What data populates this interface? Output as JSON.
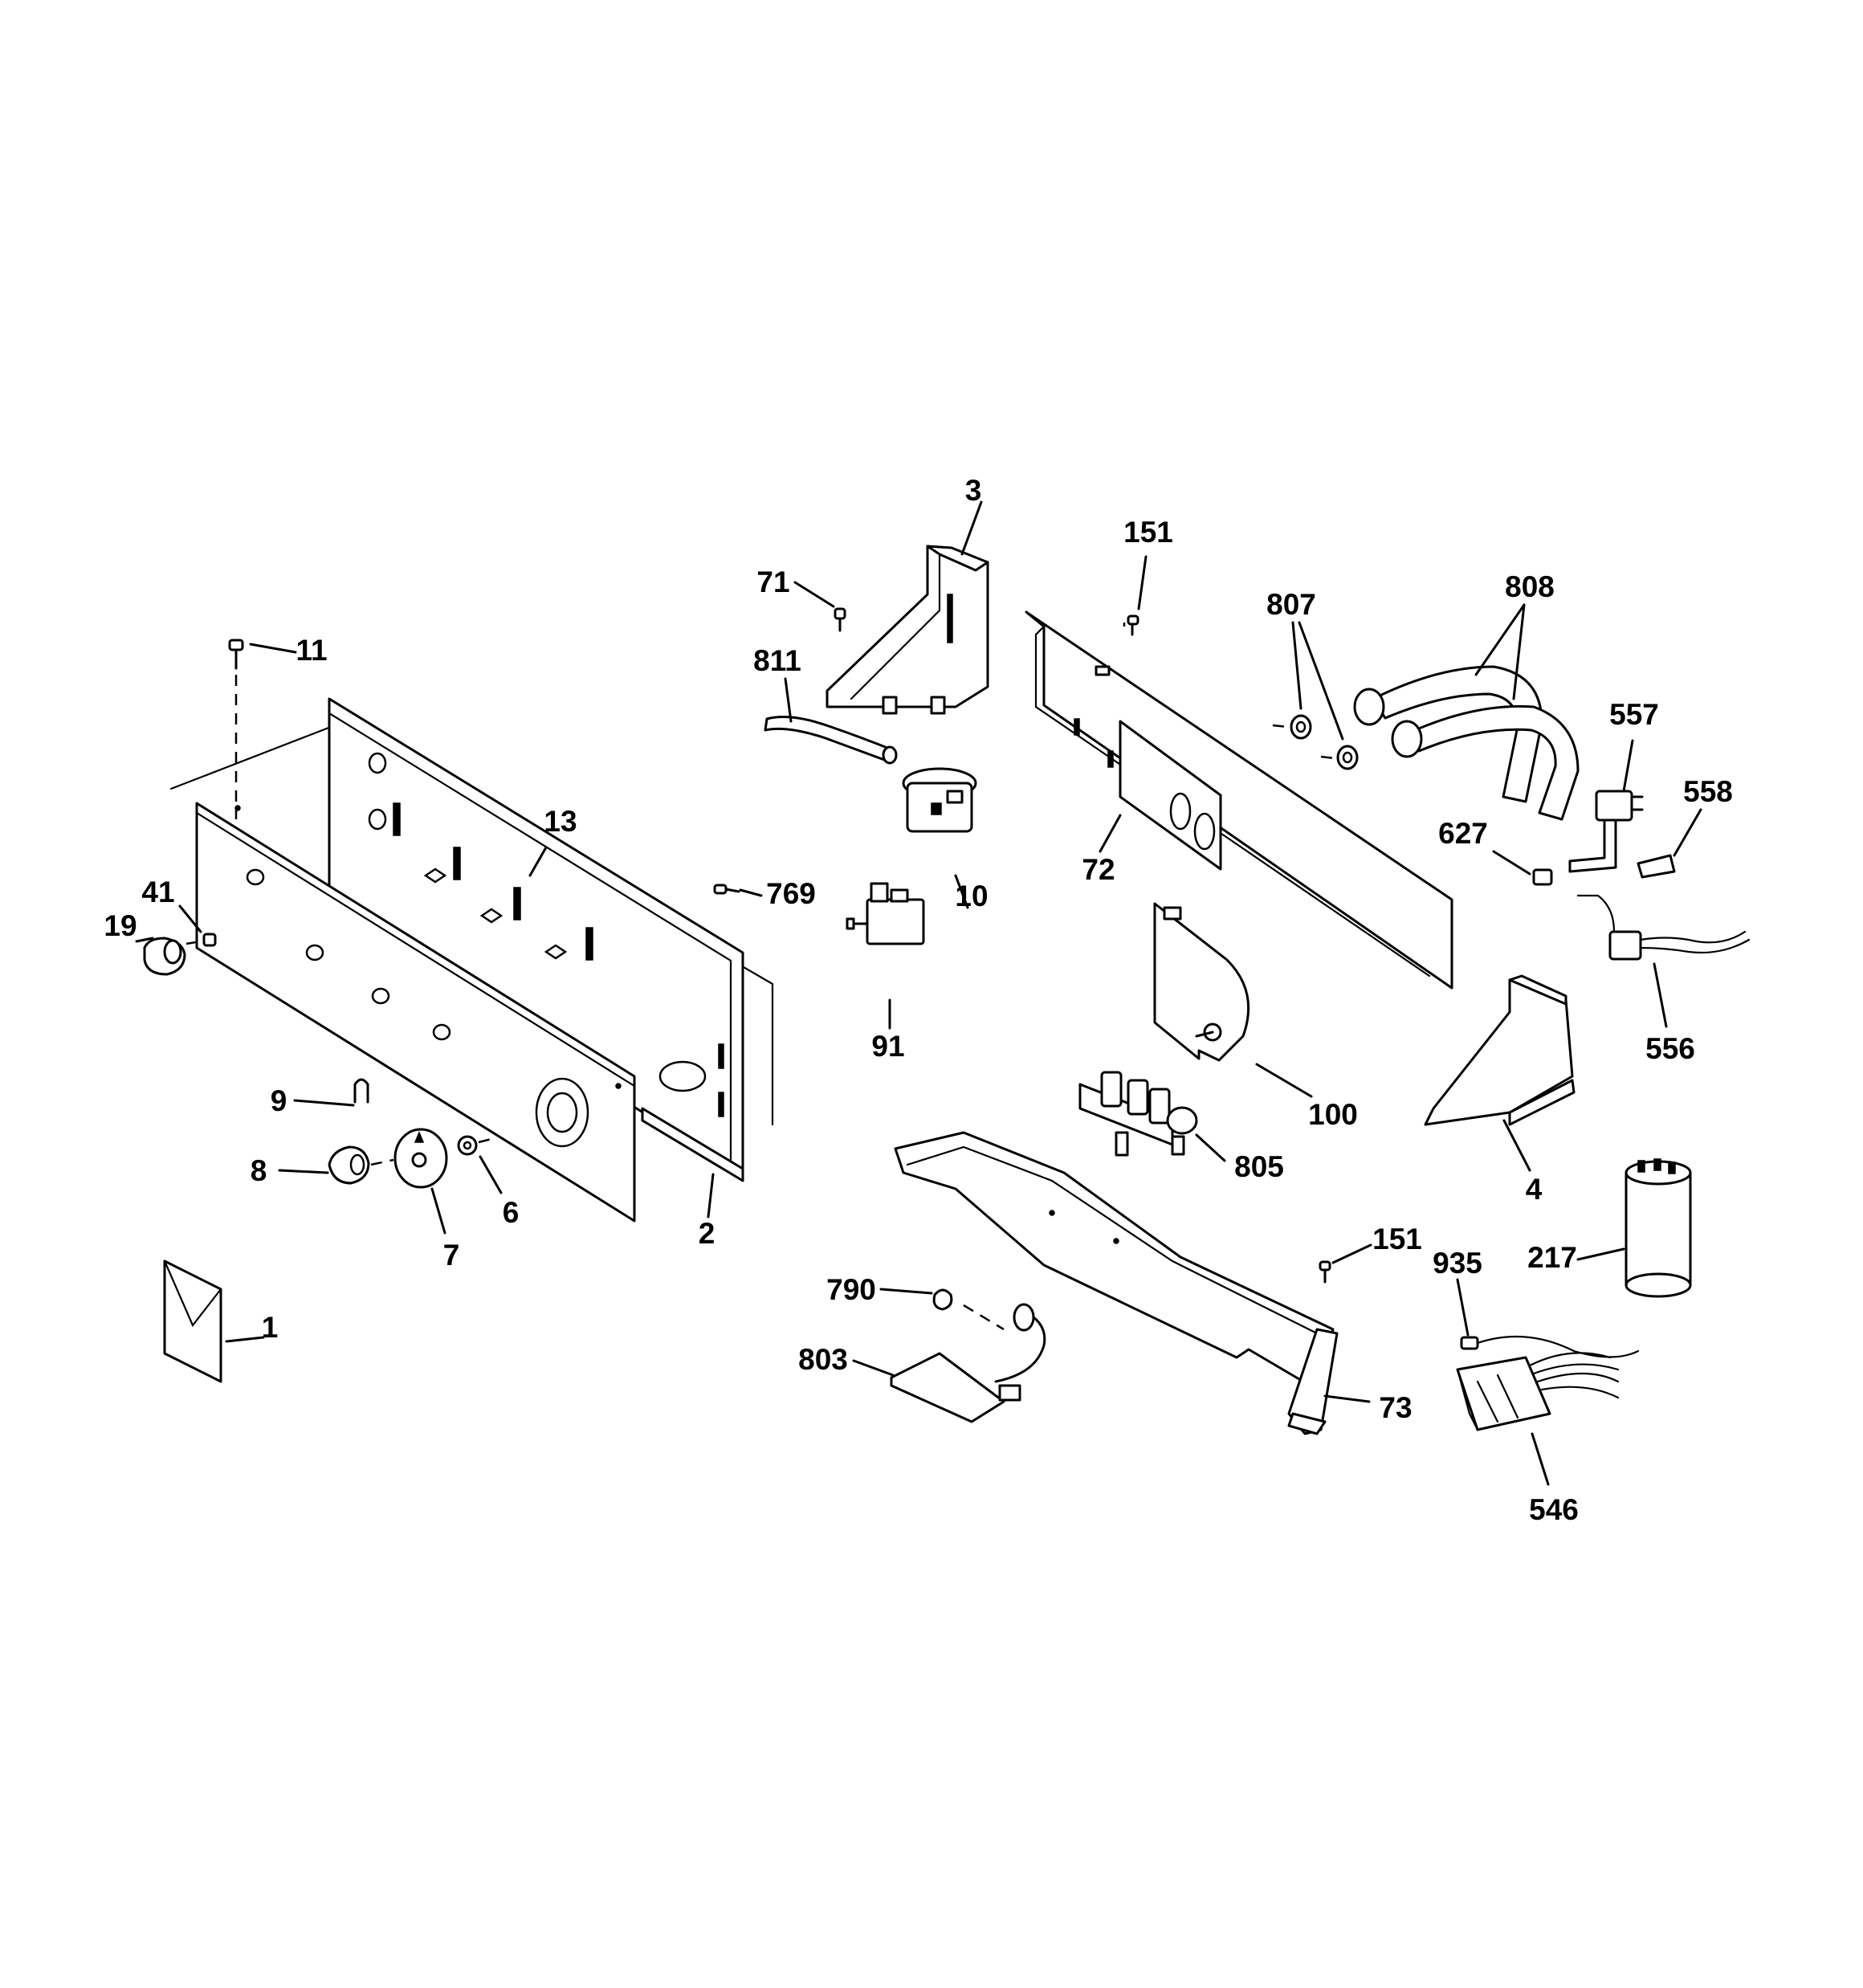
{
  "diagram": {
    "callouts": [
      {
        "id": "c3",
        "text": "3"
      },
      {
        "id": "c151a",
        "text": "151"
      },
      {
        "id": "c807",
        "text": "807"
      },
      {
        "id": "c808",
        "text": "808"
      },
      {
        "id": "c71",
        "text": "71"
      },
      {
        "id": "c11",
        "text": "11"
      },
      {
        "id": "c811",
        "text": "811"
      },
      {
        "id": "c557",
        "text": "557"
      },
      {
        "id": "c558",
        "text": "558"
      },
      {
        "id": "c13",
        "text": "13"
      },
      {
        "id": "c627",
        "text": "627"
      },
      {
        "id": "c72",
        "text": "72"
      },
      {
        "id": "c10",
        "text": "10"
      },
      {
        "id": "c41",
        "text": "41"
      },
      {
        "id": "c19",
        "text": "19"
      },
      {
        "id": "c769",
        "text": "769"
      },
      {
        "id": "c91",
        "text": "91"
      },
      {
        "id": "c556",
        "text": "556"
      },
      {
        "id": "c9",
        "text": "9"
      },
      {
        "id": "c100",
        "text": "100"
      },
      {
        "id": "c8",
        "text": "8"
      },
      {
        "id": "c805",
        "text": "805"
      },
      {
        "id": "c4",
        "text": "4"
      },
      {
        "id": "c6",
        "text": "6"
      },
      {
        "id": "c2",
        "text": "2"
      },
      {
        "id": "c7",
        "text": "7"
      },
      {
        "id": "c151b",
        "text": "151"
      },
      {
        "id": "c217",
        "text": "217"
      },
      {
        "id": "c935",
        "text": "935"
      },
      {
        "id": "c790",
        "text": "790"
      },
      {
        "id": "c1",
        "text": "1"
      },
      {
        "id": "c803",
        "text": "803"
      },
      {
        "id": "c73",
        "text": "73"
      },
      {
        "id": "c546",
        "text": "546"
      }
    ]
  }
}
